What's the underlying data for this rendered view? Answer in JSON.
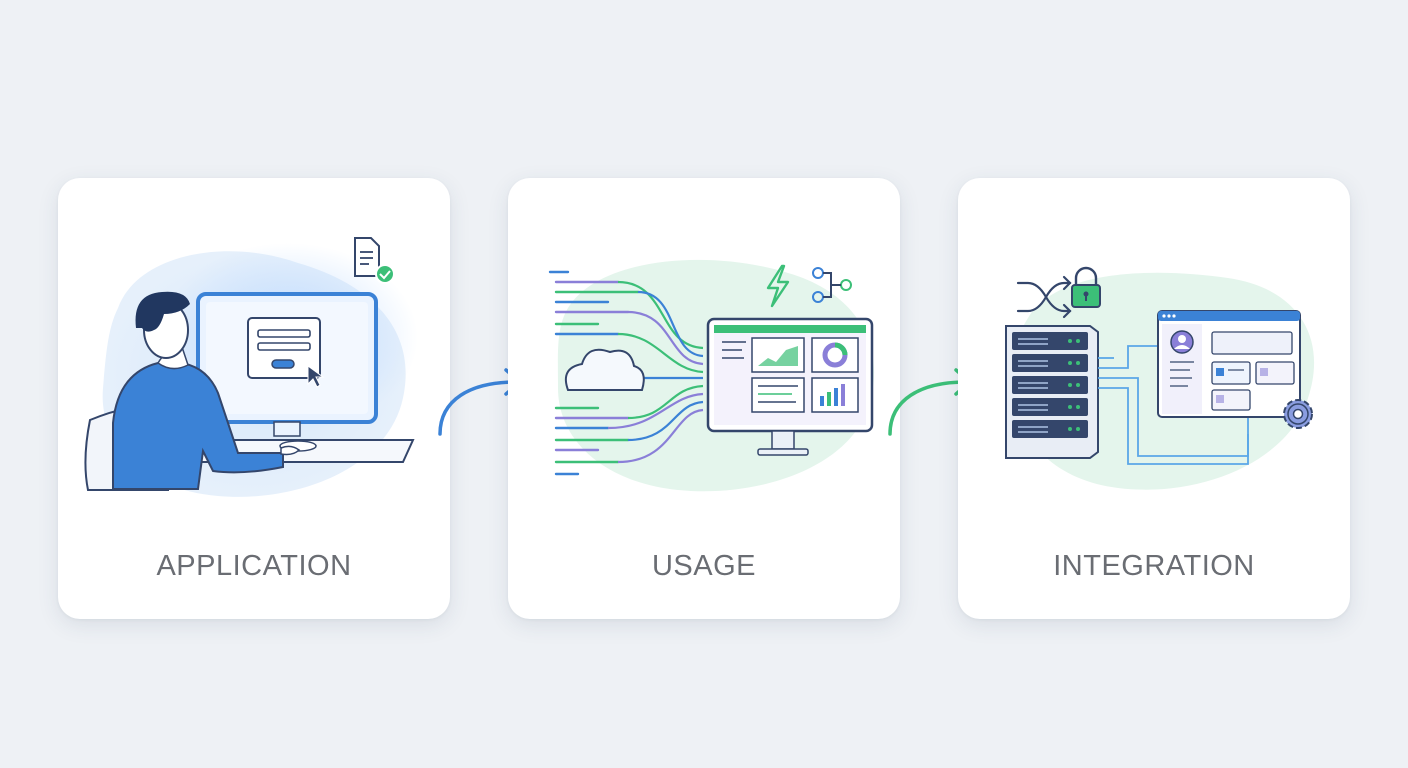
{
  "steps": [
    {
      "label": "APPLICATION",
      "icon": "user-at-computer-icon"
    },
    {
      "label": "USAGE",
      "icon": "data-monitor-icon"
    },
    {
      "label": "INTEGRATION",
      "icon": "server-integration-icon"
    }
  ],
  "colors": {
    "background": "#eef1f5",
    "card": "#ffffff",
    "label": "#6a6d73",
    "blue_accent": "#3b82d6",
    "green_accent": "#3cbf78",
    "purple_accent": "#8a7fd8",
    "navy": "#34466b"
  }
}
